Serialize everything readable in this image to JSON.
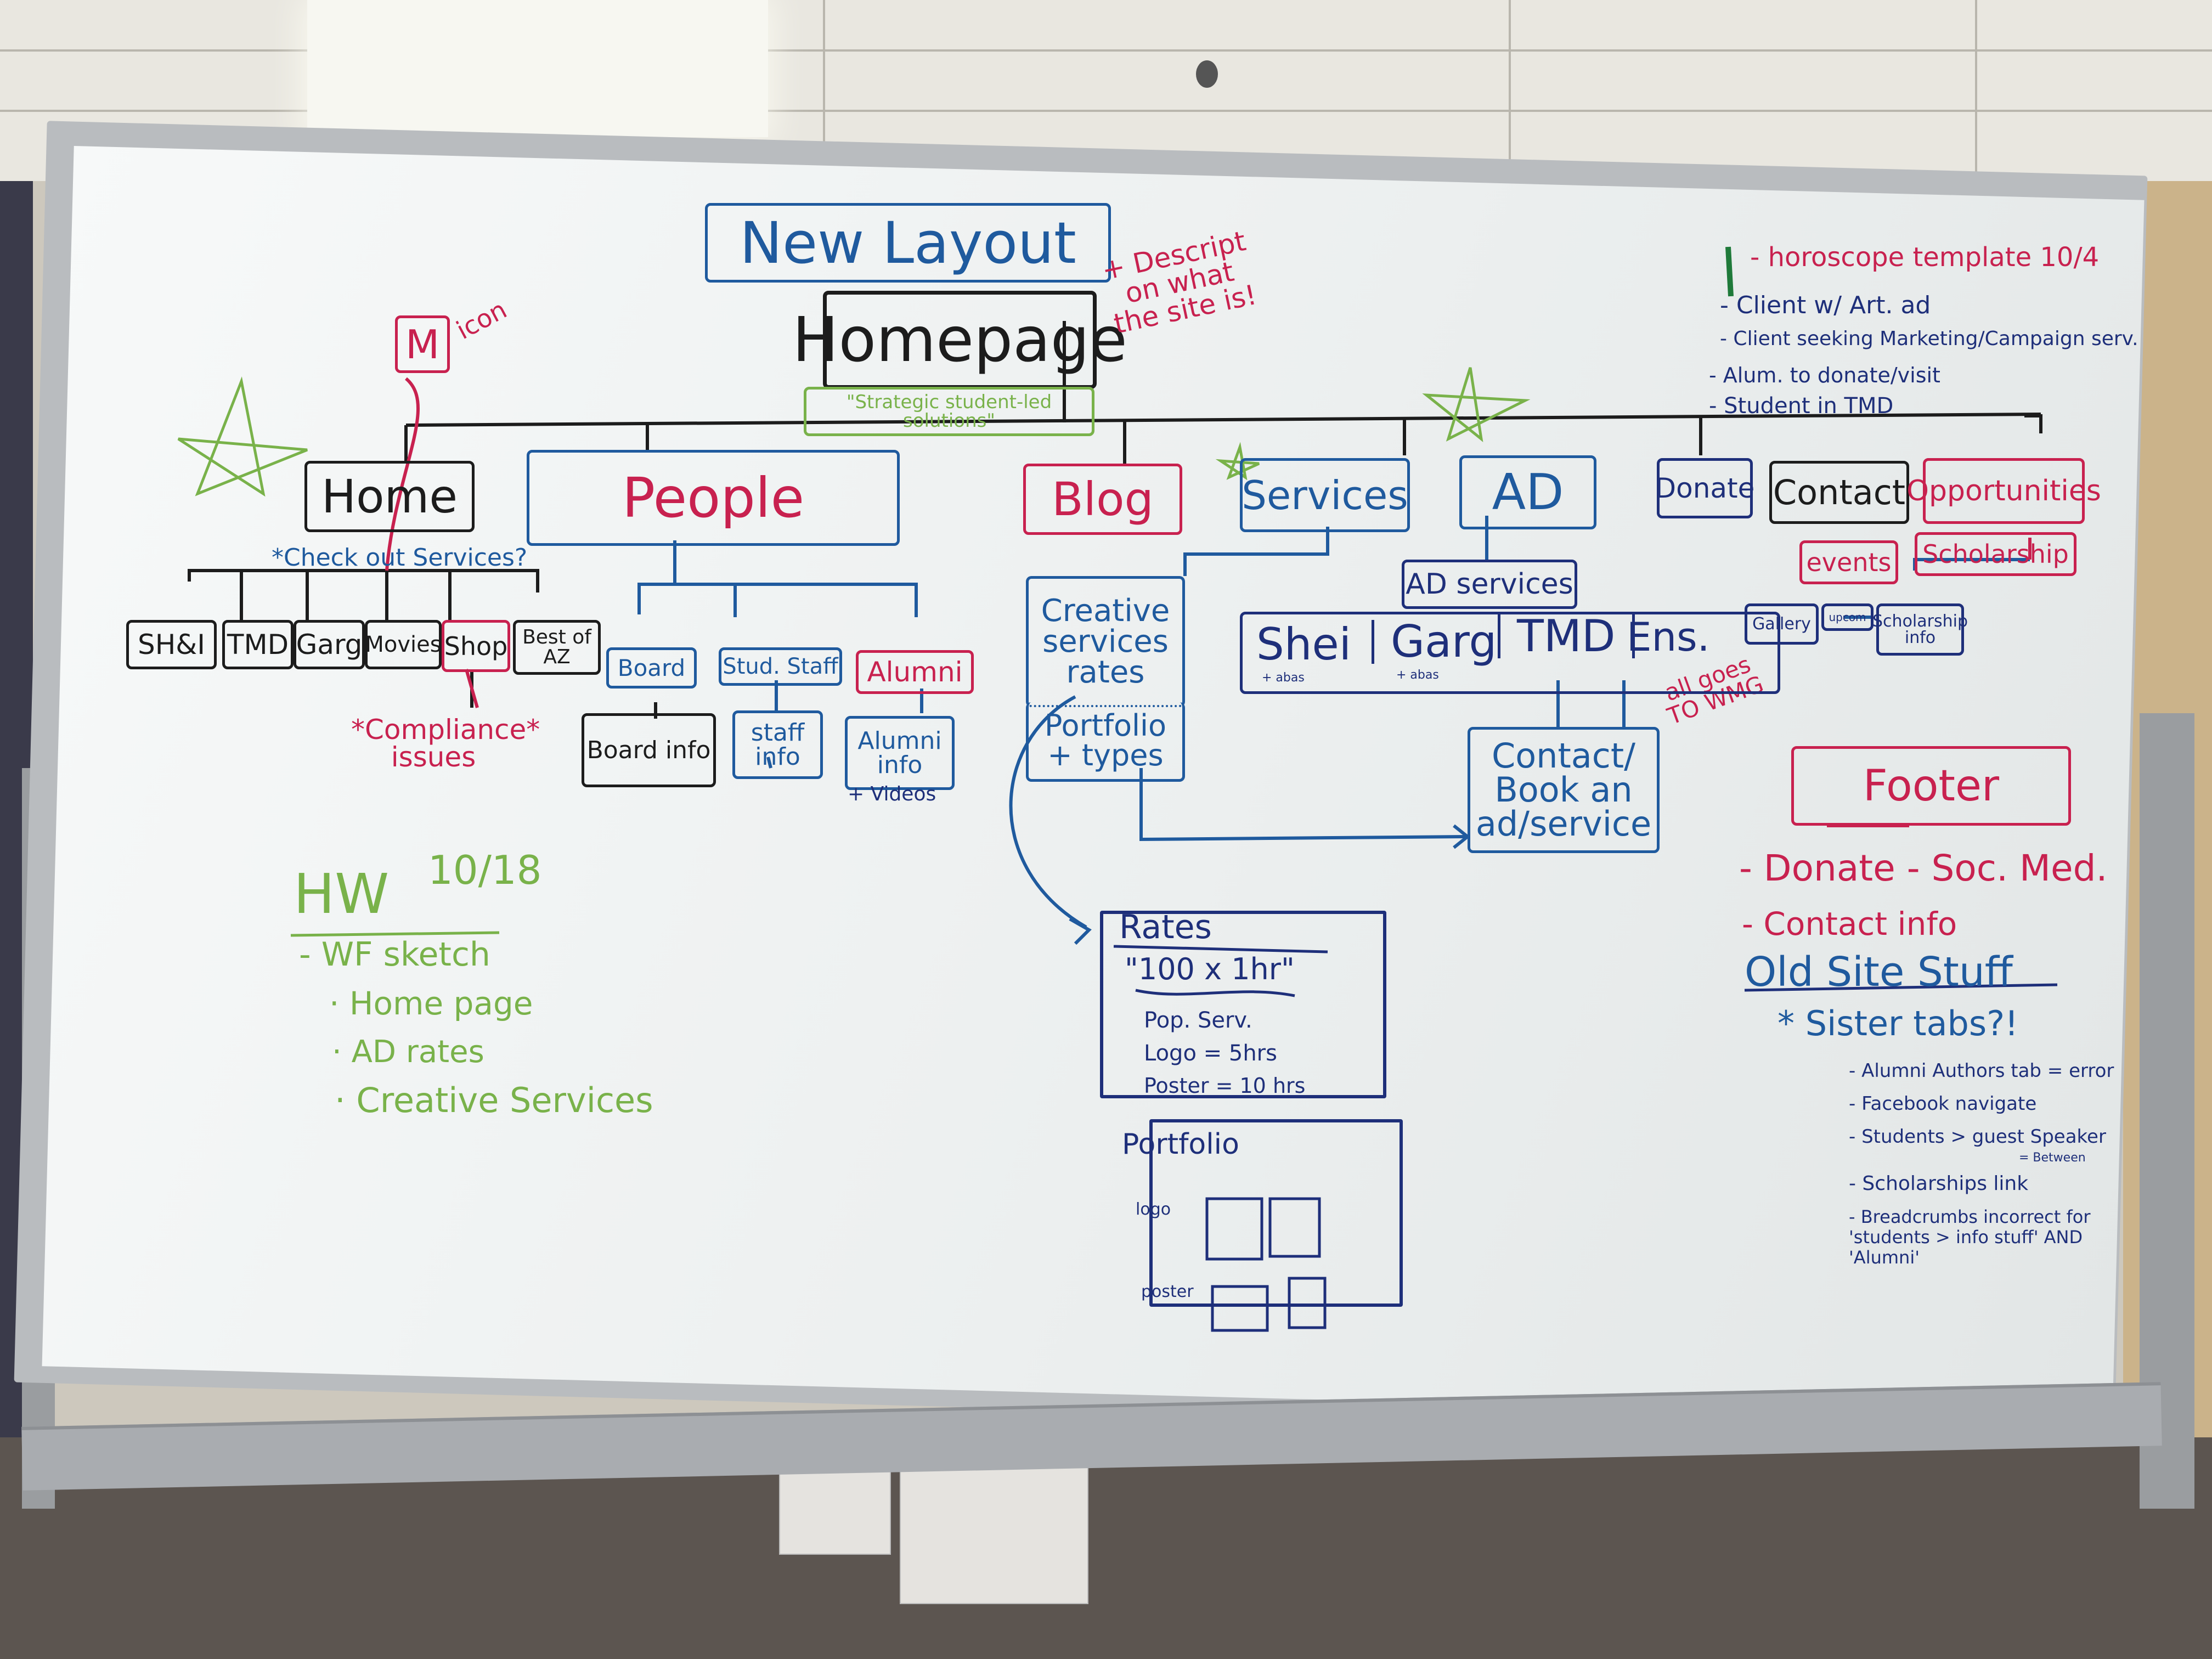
{
  "board": {
    "title": "New Layout",
    "root": "Homepage",
    "root_note": "+ Descript on what the site is!",
    "tagline": "\"Strategic student-led solutions\"",
    "m_icon": "M",
    "m_icon_label": "icon"
  },
  "nav": {
    "home": "Home",
    "people": "People",
    "blog": "Blog",
    "services": "Services",
    "ad": "AD",
    "donate": "Donate",
    "contact": "Contact",
    "opportunities": "Opportunities"
  },
  "home_branch": {
    "note": "*Check out Services?",
    "items": [
      "SH&I",
      "TMD",
      "Garg",
      "Movies",
      "Shop",
      "Best of AZ"
    ],
    "compliance": "*Compliance* issues"
  },
  "people_branch": {
    "board": "Board",
    "board_info": "Board info",
    "stud_staff": "Stud. Staff",
    "staff_info": "staff info",
    "alumni": "Alumni",
    "alumni_info": "Alumni info",
    "videos": "+ Videos"
  },
  "services_branch": {
    "creative": "Creative services rates",
    "portfolio": "Portfolio + types",
    "contact_book": "Contact/ Book an ad/service",
    "all_goes": "all goes TO WMG"
  },
  "ad_branch": {
    "ad_services": "AD services",
    "items": [
      "Shei",
      "Garg",
      "TMD",
      "Ens."
    ],
    "shei_sub": "+ abas",
    "garg_sub": "+ abas"
  },
  "opportunities_branch": {
    "events": "events",
    "scholarship": "Scholarship",
    "gallery": "Gallery",
    "upcoming": "upcom",
    "scholarship_info": "Scholarship info"
  },
  "rates_sketch": {
    "title": "Rates",
    "line1": "\"100 x 1hr\"",
    "line2": "Pop. Serv.",
    "line3": "Logo = 5hrs",
    "line4": "Poster = 10 hrs"
  },
  "portfolio_sketch": {
    "title": "Portfolio",
    "logo": "logo",
    "poster": "poster"
  },
  "homework": {
    "title": "HW",
    "date": "10/18",
    "items": [
      "- WF sketch",
      "· Home page",
      "· AD rates",
      "· Creative Services"
    ]
  },
  "todo": {
    "item1": "- horoscope template 10/4",
    "item2": "- Client w/ Art. ad",
    "item3": "- Client seeking Marketing/Campaign serv.",
    "item4": "- Alum. to donate/visit",
    "item5": "- Student in TMD"
  },
  "footer": {
    "label": "Footer",
    "line1": "- Donate - Soc. Med.",
    "line2": "- Contact info",
    "old_site": "Old Site Stuff",
    "sister": "* Sister tabs?!",
    "notes": [
      "- Alumni Authors tab = error",
      "- Facebook navigate",
      "- Students > guest Speaker",
      "- Scholarships link",
      "- Breadcrumbs incorrect for 'students > info stuff' AND 'Alumni'"
    ],
    "between": "= Between"
  }
}
